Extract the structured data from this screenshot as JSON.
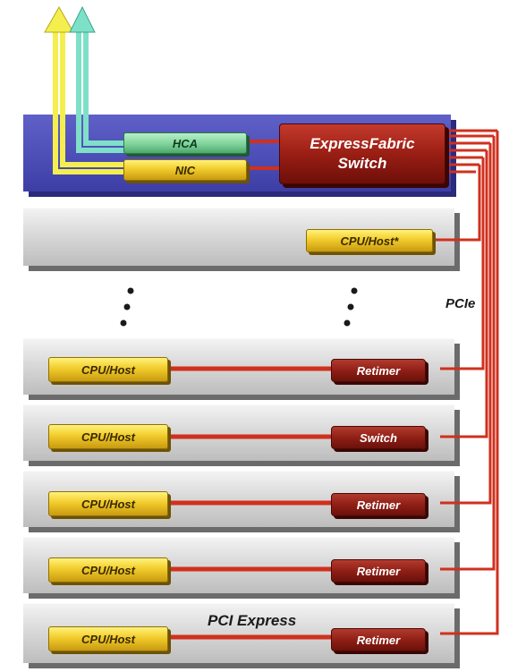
{
  "top_unit": {
    "hca_label": "HCA",
    "nic_label": "NIC",
    "switch_line1": "ExpressFabric",
    "switch_line2": "Switch"
  },
  "server_top": {
    "cpu_label": "CPU/Host*"
  },
  "servers": [
    {
      "cpu_label": "CPU/Host",
      "device_label": "Retimer"
    },
    {
      "cpu_label": "CPU/Host",
      "device_label": "Switch"
    },
    {
      "cpu_label": "CPU/Host",
      "device_label": "Retimer"
    },
    {
      "cpu_label": "CPU/Host",
      "device_label": "Retimer"
    },
    {
      "cpu_label": "CPU/Host",
      "device_label": "Retimer"
    }
  ],
  "labels": {
    "pcie": "PCIe",
    "pci_express": "PCI Express"
  },
  "colors": {
    "link_red": "#d0301e",
    "uplink_yellow": "#f4ef4e",
    "uplink_teal": "#7fe0c8"
  }
}
